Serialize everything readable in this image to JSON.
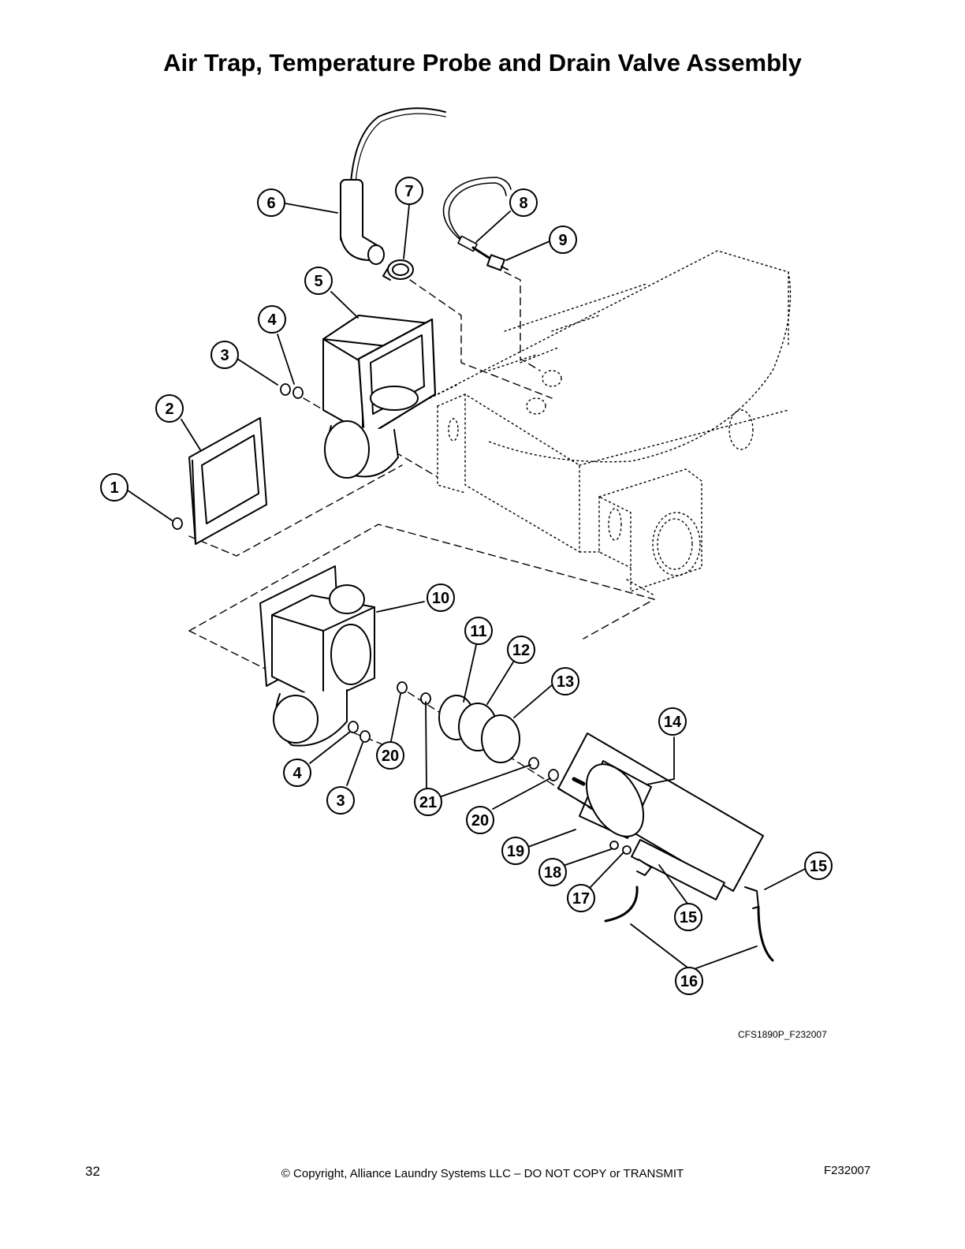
{
  "title": "Air Trap, Temperature Probe and Drain Valve Assembly",
  "callouts": [
    "1",
    "2",
    "3",
    "4",
    "5",
    "6",
    "7",
    "8",
    "9",
    "10",
    "11",
    "12",
    "13",
    "14",
    "15",
    "15",
    "16",
    "17",
    "18",
    "19",
    "20",
    "20",
    "21",
    "3",
    "4"
  ],
  "drawing_id": "CFS1890P_F232007",
  "footer": {
    "page_number": "32",
    "copyright": "© Copyright, Alliance Laundry Systems LLC – DO NOT COPY or TRANSMIT",
    "doc_number": "F232007"
  }
}
